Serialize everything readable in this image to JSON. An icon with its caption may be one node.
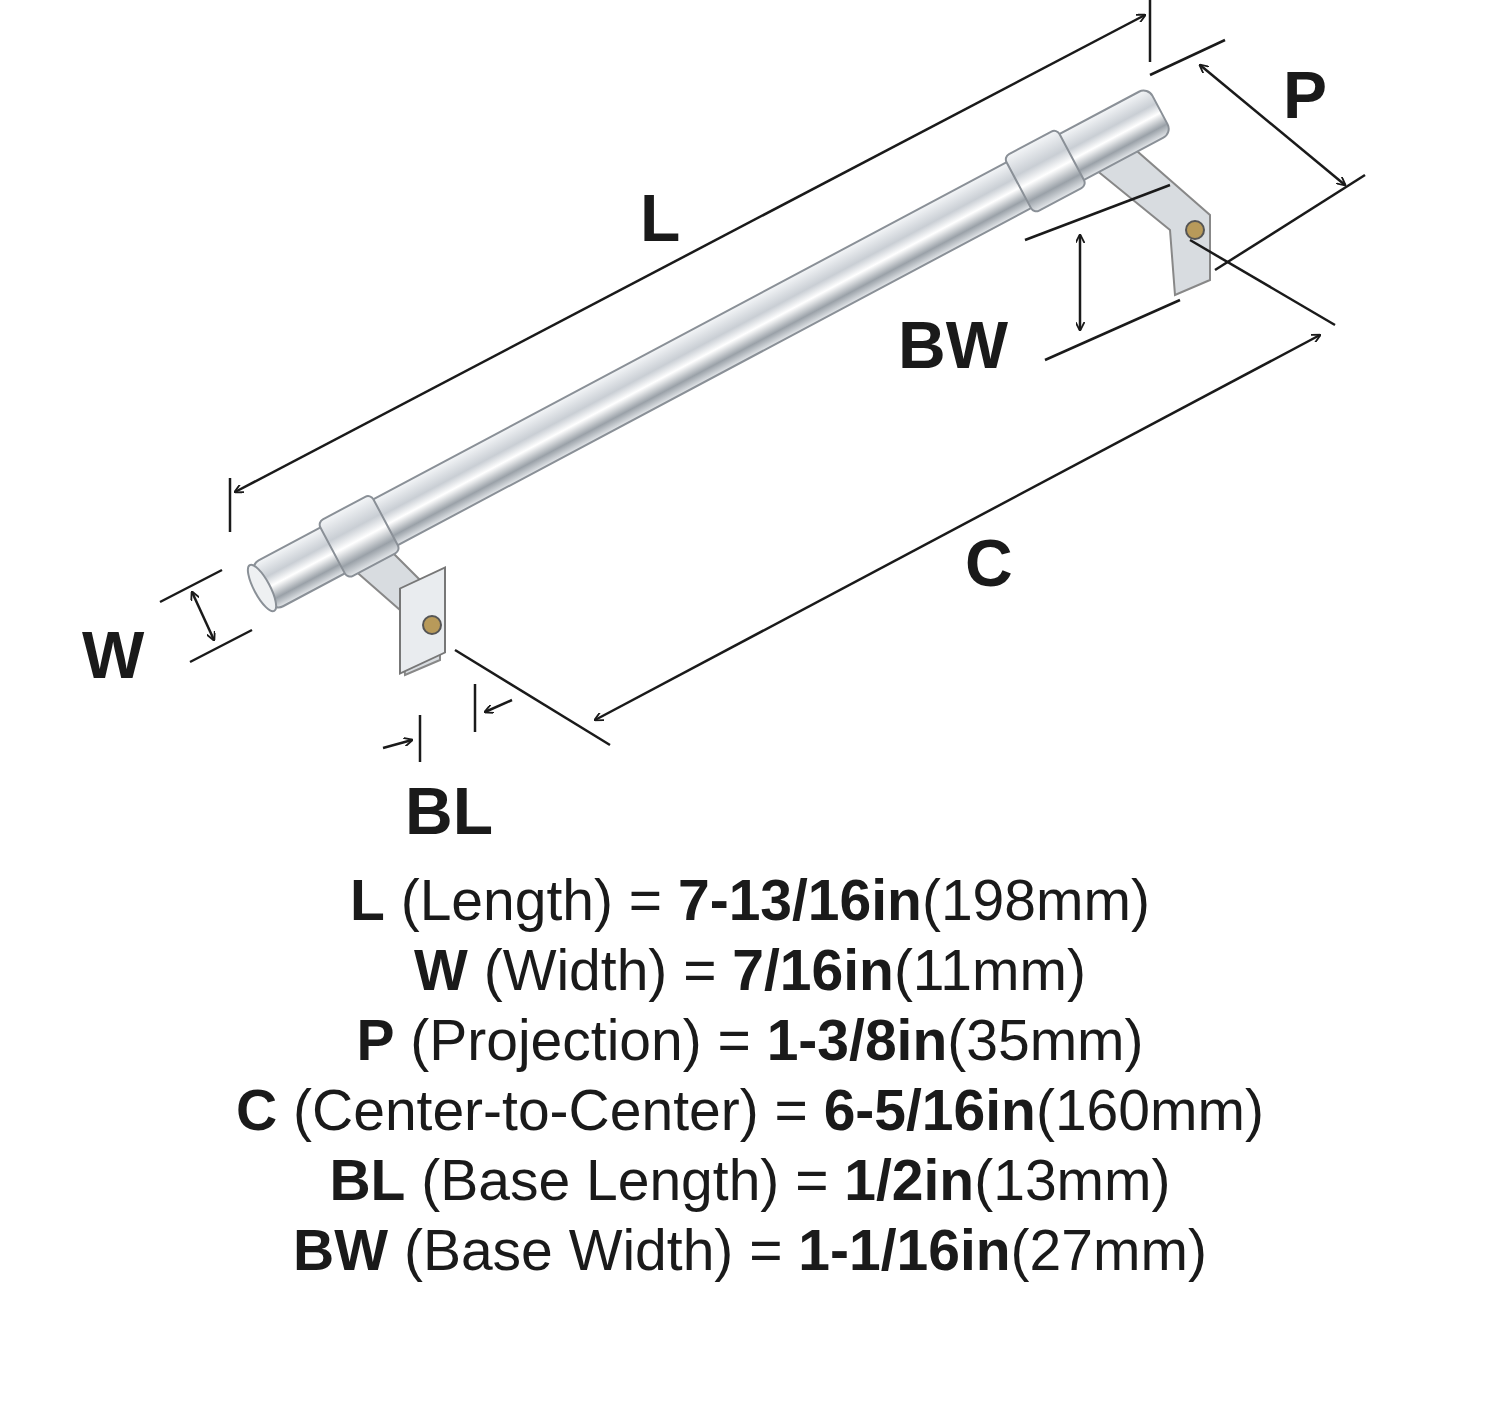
{
  "diagram": {
    "labels": [
      "L",
      "P",
      "BW",
      "C",
      "W",
      "BL",
      "**L** (Length) = **7-13/16in**(198mm)",
      "**W** (Width) = **7/16in**(11mm)",
      "**P** (Projection) = **1-3/8in**(35mm)",
      "**C** (Center-to-Center) = **6-5/16in**(160mm)",
      "**BL** (Base Length) = **1/2in**(13mm)",
      "**BW** (Base Width) = **1-1/16in**(27mm)"
    ]
  }
}
